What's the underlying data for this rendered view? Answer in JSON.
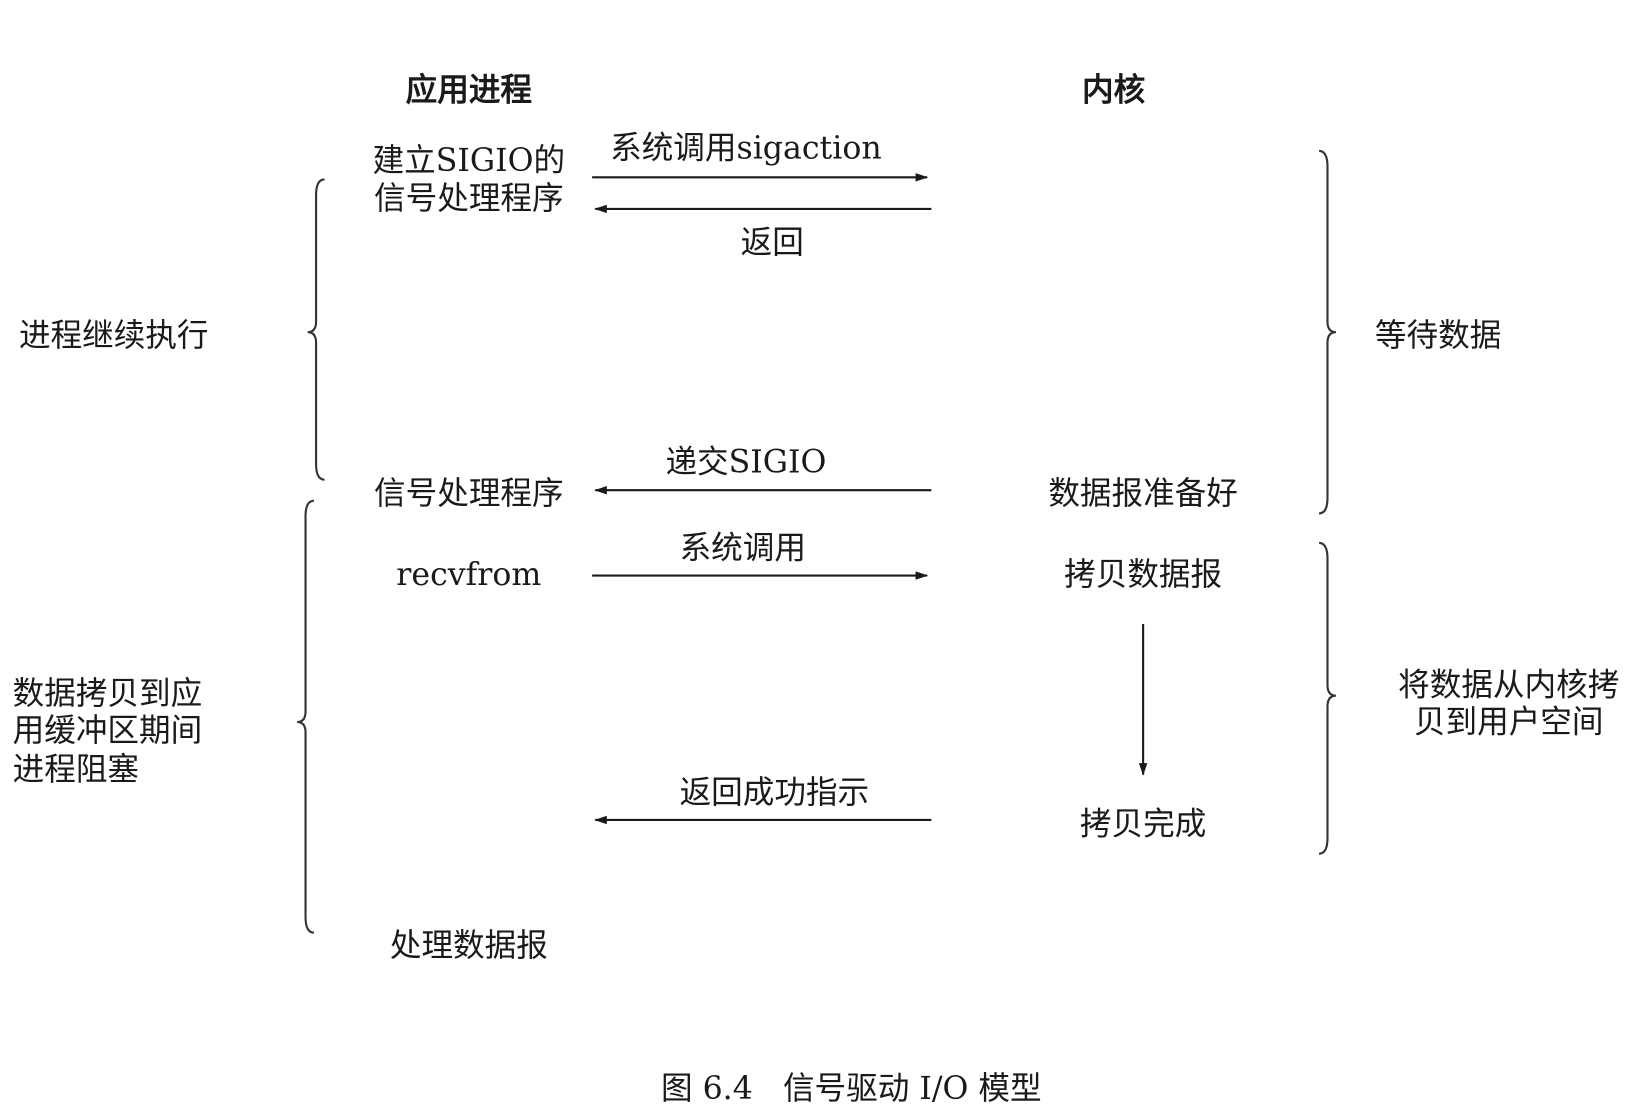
{
  "headers": {
    "app_process": "应用进程",
    "kernel": "内核"
  },
  "left_labels": {
    "continue": "进程继续执行",
    "blocked": [
      "数据拷贝到应",
      "用缓冲区期间",
      "进程阻塞"
    ]
  },
  "right_labels": {
    "wait": "等待数据",
    "copy": [
      "将数据从内核拷",
      "贝到用户空间"
    ]
  },
  "app_steps": {
    "setup": [
      "建立SIGIO的",
      "信号处理程序"
    ],
    "handler": "信号处理程序",
    "recvfrom": "recvfrom",
    "process": "处理数据报"
  },
  "kernel_steps": {
    "ready": "数据报准备好",
    "copy": "拷贝数据报",
    "done": "拷贝完成"
  },
  "arrows": {
    "sigaction": "系统调用sigaction",
    "return": "返回",
    "deliver": "递交SIGIO",
    "syscall": "系统调用",
    "success": "返回成功指示"
  },
  "caption": "图 6.4   信号驱动 I/O 模型"
}
